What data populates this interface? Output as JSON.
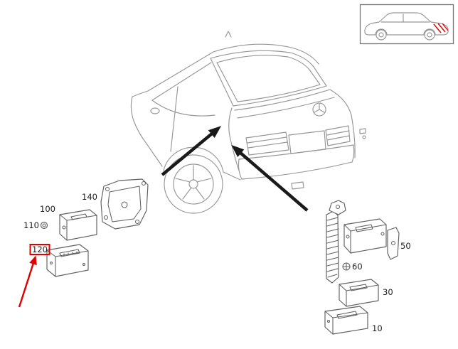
{
  "diagram": {
    "description_not_rendered": "",
    "callouts": {
      "c140": "140",
      "c100": "100",
      "c110": "110",
      "c120": "120",
      "c50": "50",
      "c60": "60",
      "c30": "30",
      "c10": "10"
    },
    "highlighted_callout": "120",
    "colors": {
      "car_outline_gray": "#969696",
      "part_gray": "#5f5f5f",
      "arrow_black": "#1a1a1a",
      "highlight_red": "#e00000",
      "label_text": "#1c1c1c"
    }
  }
}
